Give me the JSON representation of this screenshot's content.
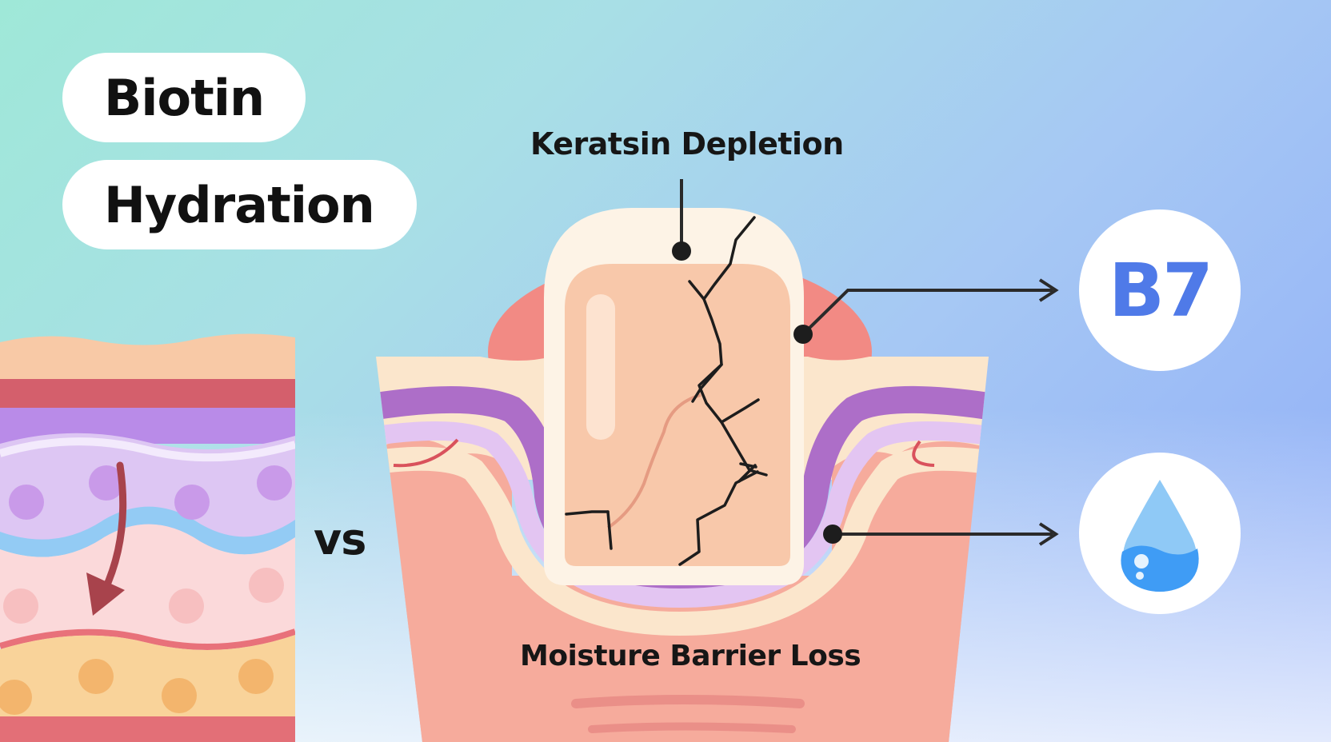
{
  "pills": {
    "biotin": "Biotin",
    "hydration": "Hydration"
  },
  "labels": {
    "keratin": "Keratsin Depletion",
    "moisture": "Moisture Barrier Loss",
    "vs": "vs"
  },
  "badges": {
    "vitamin": "B7",
    "water_icon": "water-drop-icon"
  },
  "colors": {
    "vitamin_text": "#4f7ae8",
    "drop_fill": "#3f9cf5",
    "skin_pink": "#f6ab9c",
    "purple_layer": "#ad6ec8",
    "lavender_layer": "#e3c5f2",
    "crack_line": "#1d1d1d",
    "callout_line": "#2a2a2a"
  }
}
